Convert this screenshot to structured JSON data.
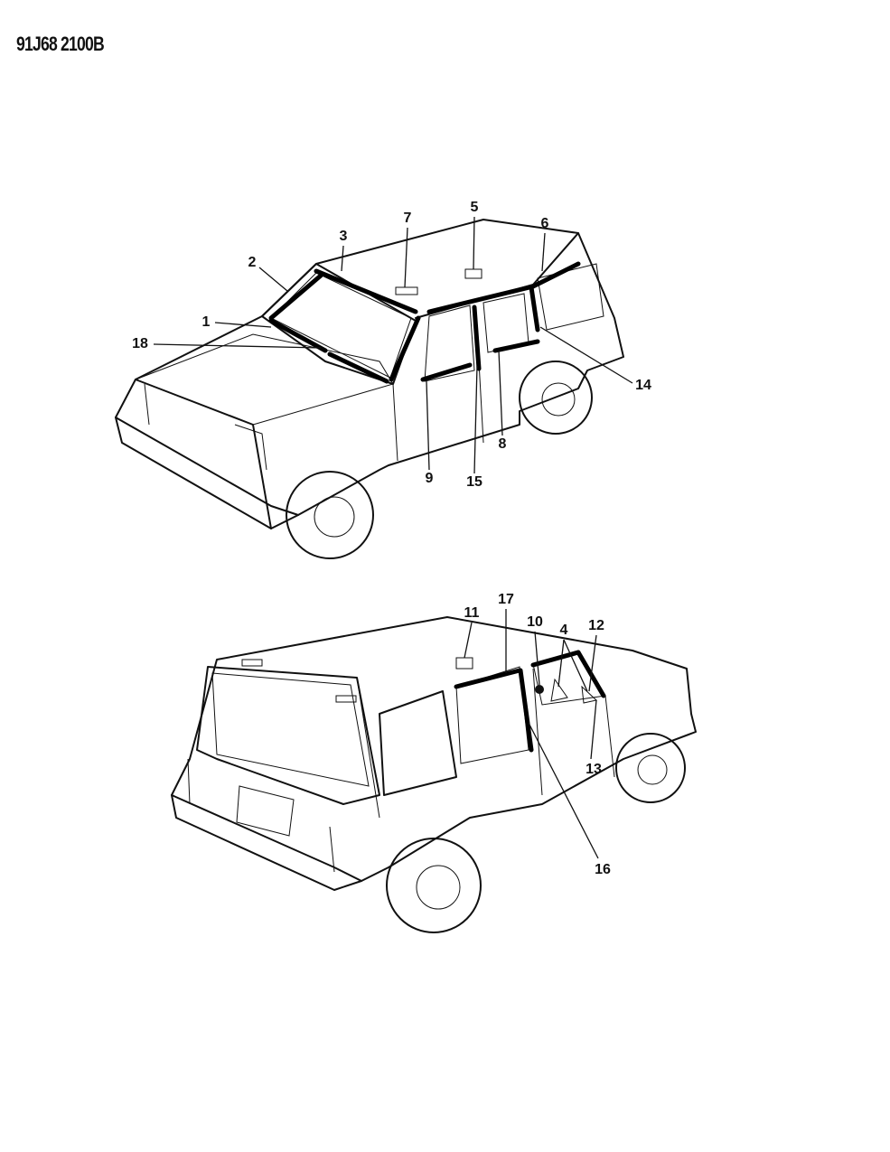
{
  "diagram_code": "91J68 2100B",
  "top_view_callouts": [
    "1",
    "2",
    "3",
    "5",
    "6",
    "7",
    "8",
    "9",
    "14",
    "15",
    "18"
  ],
  "bottom_view_callouts": [
    "4",
    "10",
    "11",
    "12",
    "13",
    "16",
    "17"
  ]
}
